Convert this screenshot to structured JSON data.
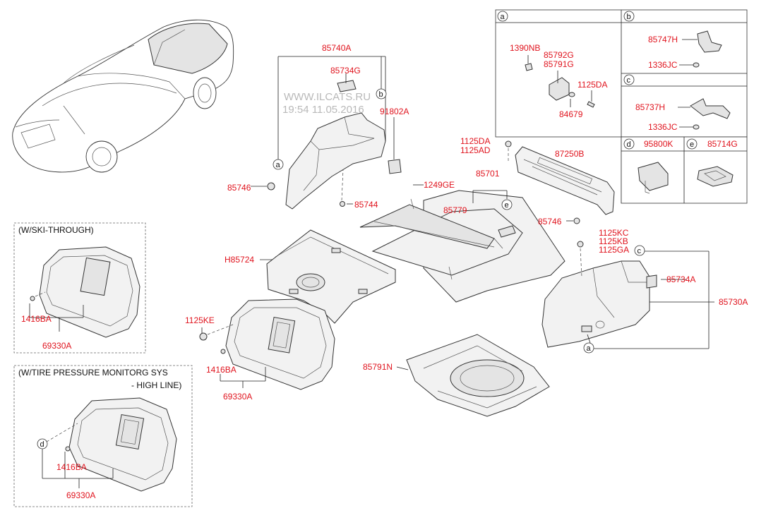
{
  "watermark": {
    "line1": "WWW.ILCATS.RU",
    "line2": "19:54 11.05.2016"
  },
  "parts": {
    "p85740A": "85740A",
    "p85734G": "85734G",
    "p91802A": "91802A",
    "p85746_left": "85746",
    "p85744": "85744",
    "p1249GE": "1249GE",
    "p85701": "85701",
    "p85779": "85779",
    "p1125DA": "1125DA",
    "p1125AD": "1125AD",
    "p87250B": "87250B",
    "p85746_right": "85746",
    "p1125KC": "1125KC",
    "p1125KB": "1125KB",
    "p1125GA": "1125GA",
    "p85734A": "85734A",
    "p85730A": "85730A",
    "pH85724": "H85724",
    "p1125KE": "1125KE",
    "p1416BA_mid": "1416BA",
    "p69330A_mid": "69330A",
    "p85791N": "85791N",
    "p1416BA_ski": "1416BA",
    "p69330A_ski": "69330A",
    "p1416BA_tpms": "1416BA",
    "p69330A_tpms": "69330A"
  },
  "insets": {
    "a": {
      "ref": "a",
      "p1390NB": "1390NB",
      "p85792G": "85792G",
      "p85791G": "85791G",
      "p1125DA": "1125DA",
      "p84679": "84679"
    },
    "b": {
      "ref": "b",
      "p85747H": "85747H",
      "p1336JC": "1336JC"
    },
    "c": {
      "ref": "c",
      "p85737H": "85737H",
      "p1336JC": "1336JC"
    },
    "d": {
      "ref": "d",
      "p95800K": "95800K"
    },
    "e": {
      "ref": "e",
      "p85714G": "85714G"
    }
  },
  "variants": {
    "ski": {
      "title": "(W/SKI-THROUGH)"
    },
    "tpms": {
      "title_line1": "(W/TIRE PRESSURE MONITORG SYS",
      "title_line2": "- HIGH LINE)"
    }
  },
  "callouts": {
    "a_left": "a",
    "b_left": "b",
    "e_tray": "e",
    "c_right": "c",
    "a_right": "a",
    "d_tpms": "d"
  }
}
